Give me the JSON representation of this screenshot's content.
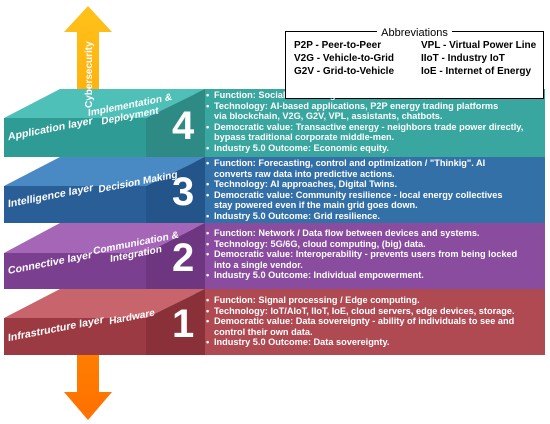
{
  "abbreviations": {
    "title": "Abbreviations",
    "items": [
      {
        "key": "P2P",
        "text": " - Peer-to-Peer"
      },
      {
        "key": "V2G",
        "text": " - Vehicle-to-Grid"
      },
      {
        "key": "G2V",
        "text": " - Grid-to-Vehicle"
      },
      {
        "key": "VPL",
        "text": " - Virtual Power Line"
      },
      {
        "key": "IIoT",
        "text": " - Industry IoT"
      },
      {
        "key": "IoE",
        "text": " - Internet of Energy"
      }
    ]
  },
  "arrow_label": "Cybersecurity",
  "colors": {
    "layer4": "#3aa6a0",
    "layer3": "#3470a8",
    "layer2": "#8a4c9e",
    "layer1": "#b04a52",
    "arrow_top": "#ffb000",
    "arrow_bottom": "#ff7a00"
  },
  "layers": [
    {
      "number": "4",
      "side_label": "Application layer",
      "top_label_line1": "Implementation &",
      "top_label_line2": "Deployment",
      "bullets": [
        {
          "l1": "Function: Social & market governance / User interaction with AI.",
          "l2": ""
        },
        {
          "l1": "Technology: AI-based applications, P2P energy trading platforms",
          "l2": "via blockchain, V2G, G2V, VPL, assistants, chatbots."
        },
        {
          "l1": "Democratic value: Transactive energy - neighbors trade power directly,",
          "l2": "bypass traditional corporate middle-men."
        },
        {
          "l1": "Industry 5.0 Outcome: Economic equity.",
          "l2": ""
        }
      ]
    },
    {
      "number": "3",
      "side_label": "Intelligence layer",
      "top_label_line1": "Decision Making",
      "top_label_line2": "",
      "bullets": [
        {
          "l1": "Function: Forecasting, control and optimization / \"Thinkig\". AI",
          "l2": "converts raw data into predictive actions."
        },
        {
          "l1": "Technology: AI approaches, Digital Twins.",
          "l2": ""
        },
        {
          "l1": "Democratic value: Community resilience - local energy collectives",
          "l2": "stay powered even if the main grid goes down."
        },
        {
          "l1": "Industry 5.0 Outcome: Grid resilience.",
          "l2": ""
        }
      ]
    },
    {
      "number": "2",
      "side_label": "Connective layer",
      "top_label_line1": "Communication &",
      "top_label_line2": "Integration",
      "bullets": [
        {
          "l1": "Function: Network / Data flow between devices and systems.",
          "l2": ""
        },
        {
          "l1": "Technology: 5G/6G, cloud computing, (big) data.",
          "l2": ""
        },
        {
          "l1": "Democratic value: Interoperability - prevents users from being locked",
          "l2": "into a single vendor."
        },
        {
          "l1": "Industry 5.0 Outcome: Individual empowerment.",
          "l2": ""
        }
      ]
    },
    {
      "number": "1",
      "side_label": "Infrastructure layer",
      "top_label_line1": "Hardware",
      "top_label_line2": "",
      "bullets": [
        {
          "l1": "Function: Signal processing / Edge computing.",
          "l2": ""
        },
        {
          "l1": "Technology: IoT/AIoT, IIoT, IoE, cloud servers, edge devices, storage.",
          "l2": ""
        },
        {
          "l1": "Democratic value: Data sovereignty - ability of individuals to see and",
          "l2": "control their own data."
        },
        {
          "l1": "Industry 5.0 Outcome: Data sovereignty.",
          "l2": ""
        }
      ]
    }
  ]
}
